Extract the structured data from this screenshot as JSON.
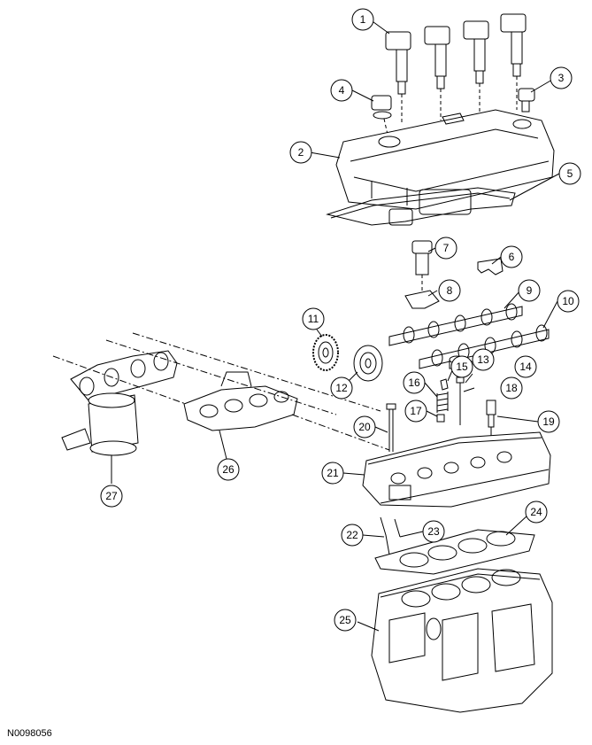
{
  "figure_id": "N0098056",
  "callouts": [
    "1",
    "2",
    "3",
    "4",
    "5",
    "6",
    "7",
    "8",
    "9",
    "10",
    "11",
    "12",
    "13",
    "14",
    "15",
    "16",
    "17",
    "18",
    "19",
    "20",
    "21",
    "22",
    "23",
    "24",
    "25",
    "26",
    "27"
  ]
}
